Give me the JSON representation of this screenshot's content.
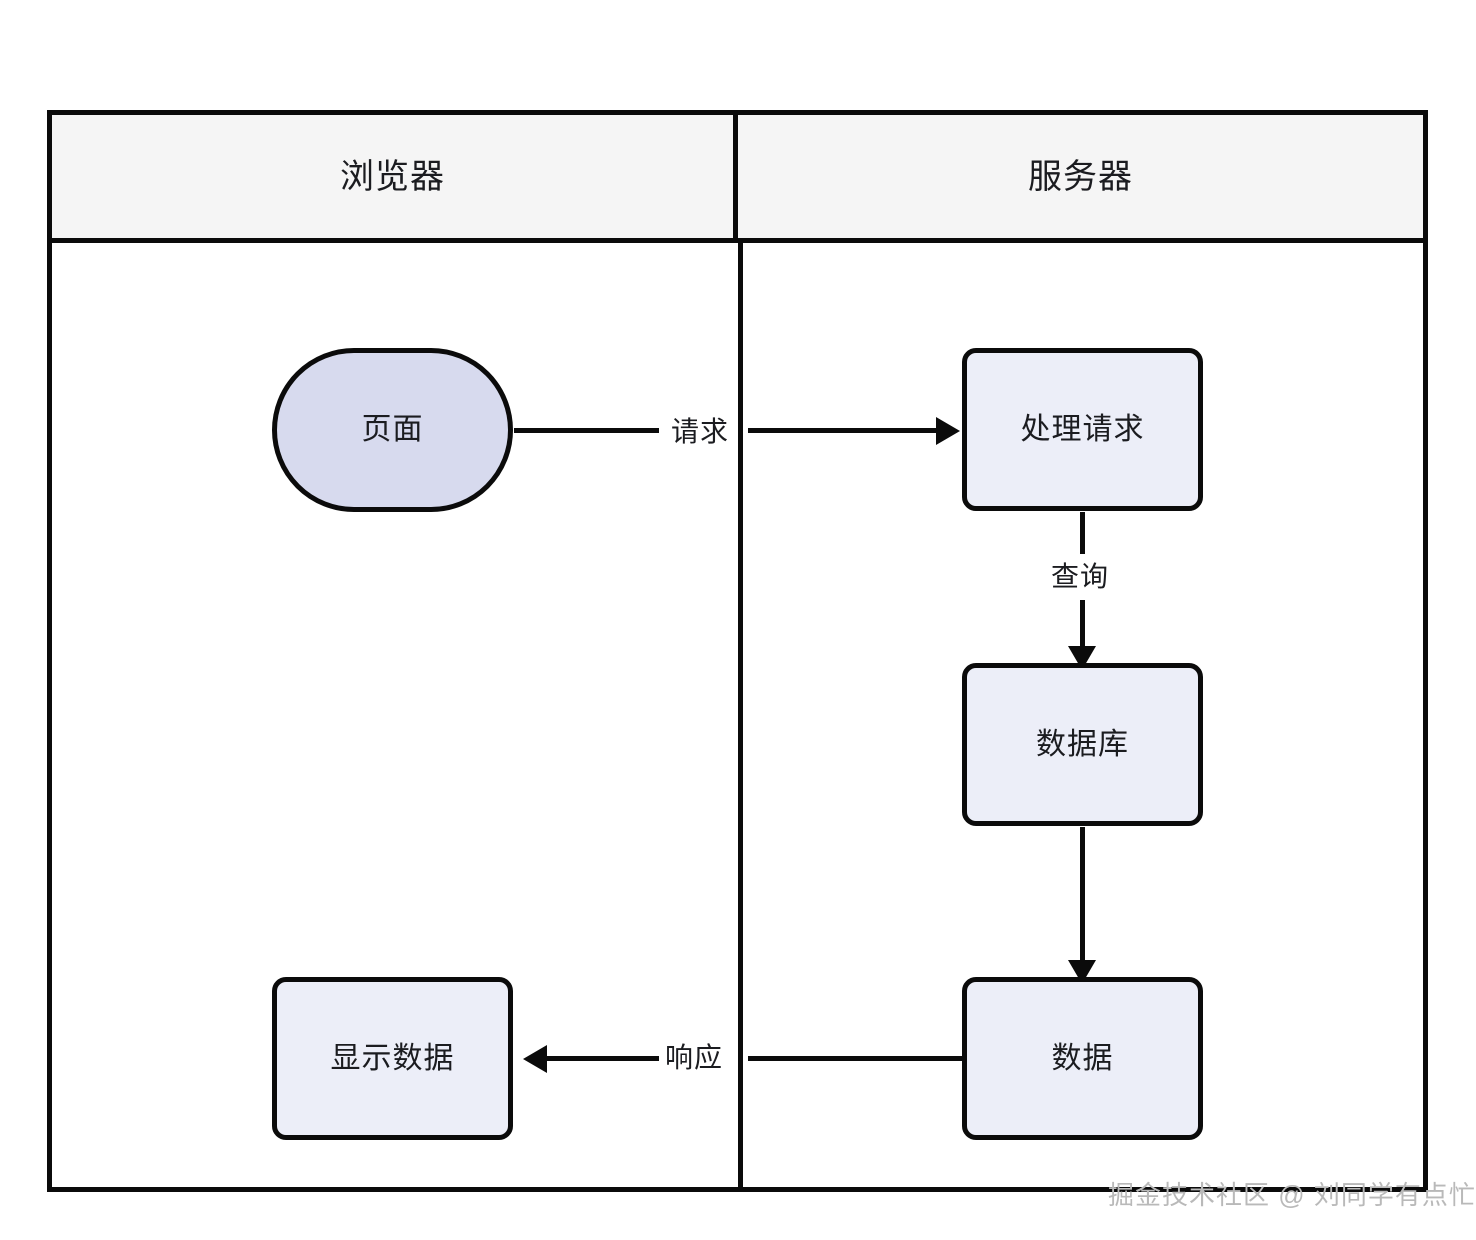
{
  "diagram": {
    "type": "flowchart-swimlane",
    "title": "",
    "lanes": [
      {
        "id": "browser",
        "label": "浏览器"
      },
      {
        "id": "server",
        "label": "服务器"
      }
    ],
    "nodes": [
      {
        "id": "page",
        "label": "页面",
        "shape": "stadium",
        "lane": "browser",
        "fill": "#d7daee",
        "stroke": "#0b0b0b"
      },
      {
        "id": "handle",
        "label": "处理请求",
        "shape": "rounded-rect",
        "lane": "server",
        "fill": "#eceef8",
        "stroke": "#0b0b0b"
      },
      {
        "id": "db",
        "label": "数据库",
        "shape": "rounded-rect",
        "lane": "server",
        "fill": "#eceef8",
        "stroke": "#0b0b0b"
      },
      {
        "id": "data",
        "label": "数据",
        "shape": "rounded-rect",
        "lane": "server",
        "fill": "#eceef8",
        "stroke": "#0b0b0b"
      },
      {
        "id": "show",
        "label": "显示数据",
        "shape": "rounded-rect",
        "lane": "browser",
        "fill": "#eceef8",
        "stroke": "#0b0b0b"
      }
    ],
    "edges": [
      {
        "id": "req",
        "from": "page",
        "to": "handle",
        "label": "请求",
        "direction": "right"
      },
      {
        "id": "qry",
        "from": "handle",
        "to": "db",
        "label": "查询",
        "direction": "down"
      },
      {
        "id": "dbd",
        "from": "db",
        "to": "data",
        "label": "",
        "direction": "down"
      },
      {
        "id": "res",
        "from": "data",
        "to": "show",
        "label": "响应",
        "direction": "left"
      }
    ],
    "colors": {
      "stroke": "#0b0b0b",
      "lane_header_bg": "#f5f5f5",
      "stadium_fill": "#d7daee",
      "process_fill": "#eceef8",
      "text": "#1b1c20",
      "watermark": "#b9b9b9",
      "canvas_bg": "#ffffff"
    }
  },
  "watermark": {
    "text": "掘金技术社区 @ 刘同学有点忙"
  }
}
